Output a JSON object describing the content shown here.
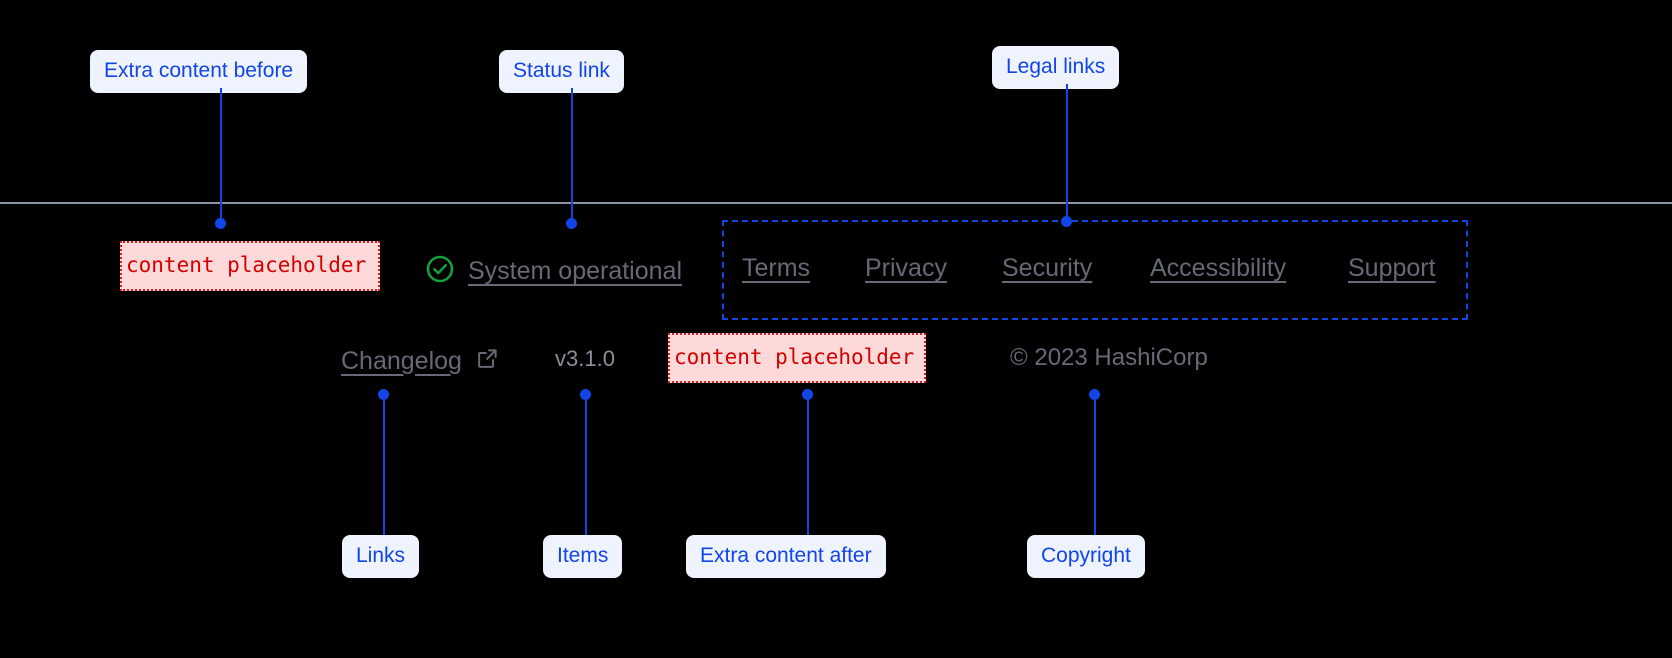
{
  "annotations": {
    "extra_before": "Extra content before",
    "status_link": "Status link",
    "legal_links": "Legal links",
    "links": "Links",
    "items": "Items",
    "extra_after": "Extra content after",
    "copyright": "Copyright"
  },
  "footer": {
    "placeholder_before": "content placeholder",
    "placeholder_after": "content placeholder",
    "status": {
      "icon": "check-circle-icon",
      "label": "System operational",
      "icon_color": "#14a03c"
    },
    "legal": [
      {
        "label": "Terms"
      },
      {
        "label": "Privacy"
      },
      {
        "label": "Security"
      },
      {
        "label": "Accessibility"
      },
      {
        "label": "Support"
      }
    ],
    "changelog": {
      "label": "Changelog",
      "icon": "external-link-icon"
    },
    "version": "v3.1.0",
    "copyright": "© 2023 HashiCorp"
  },
  "colors": {
    "accent": "#1245e8",
    "callout_bg": "#eef3fe",
    "placeholder_border": "#d92020",
    "placeholder_bg": "#fdd9d9",
    "placeholder_text": "#d40000",
    "divider": "#8b93a3",
    "muted_text": "#656a76",
    "status_green": "#14a03c"
  }
}
